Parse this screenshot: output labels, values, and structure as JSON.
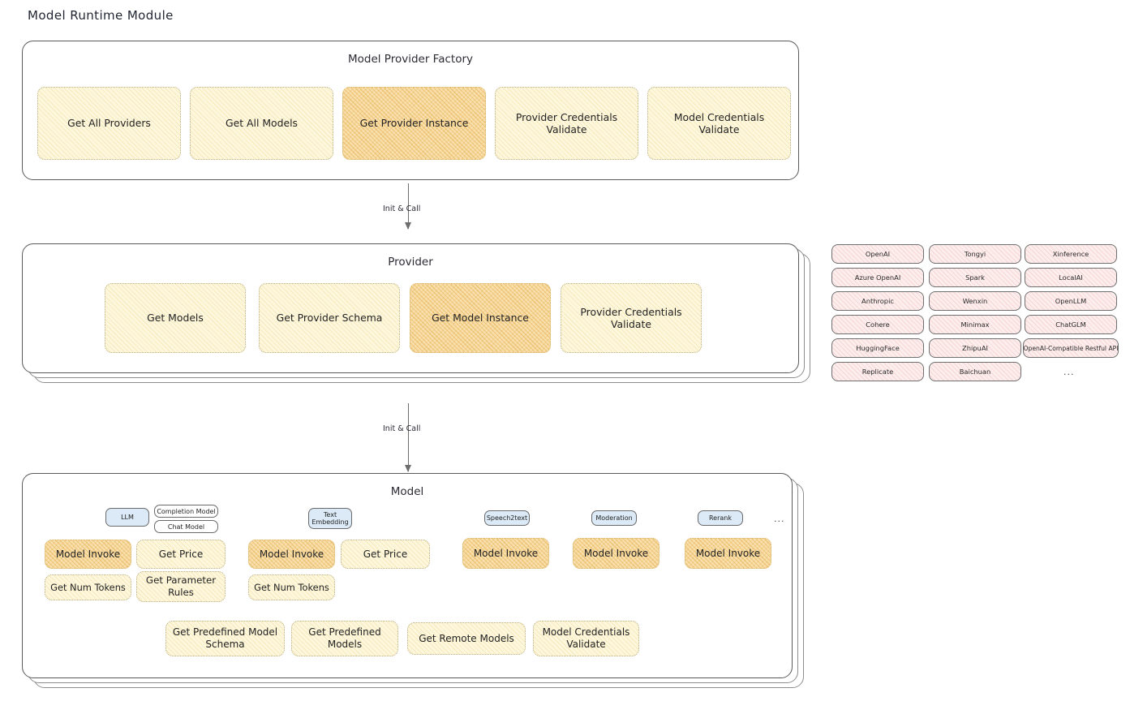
{
  "page": {
    "title": "Model Runtime Module"
  },
  "sections": {
    "factory": {
      "title": "Model Provider Factory",
      "nodes": [
        {
          "label": "Get All Providers",
          "highlight": false
        },
        {
          "label": "Get All Models",
          "highlight": false
        },
        {
          "label": "Get Provider Instance",
          "highlight": true
        },
        {
          "label": "Provider Credentials Validate",
          "highlight": false
        },
        {
          "label": "Model Credentials Validate",
          "highlight": false
        }
      ]
    },
    "provider": {
      "title": "Provider",
      "nodes": [
        {
          "label": "Get Models",
          "highlight": false
        },
        {
          "label": "Get Provider Schema",
          "highlight": false
        },
        {
          "label": "Get Model Instance",
          "highlight": true
        },
        {
          "label": "Provider Credentials Validate",
          "highlight": false
        }
      ]
    },
    "model": {
      "title": "Model",
      "groups": [
        {
          "type_label": "LLM",
          "sub_chips": [
            "Completion Model",
            "Chat Model"
          ],
          "nodes": [
            {
              "label": "Model Invoke",
              "highlight": true
            },
            {
              "label": "Get Price",
              "highlight": false
            },
            {
              "label": "Get Num Tokens",
              "highlight": false
            },
            {
              "label": "Get Parameter Rules",
              "highlight": false
            }
          ]
        },
        {
          "type_label": "Text Embedding",
          "sub_chips": [],
          "nodes": [
            {
              "label": "Model Invoke",
              "highlight": true
            },
            {
              "label": "Get Price",
              "highlight": false
            },
            {
              "label": "Get Num Tokens",
              "highlight": false
            }
          ]
        },
        {
          "type_label": "Speech2text",
          "sub_chips": [],
          "nodes": [
            {
              "label": "Model Invoke",
              "highlight": true
            }
          ]
        },
        {
          "type_label": "Moderation",
          "sub_chips": [],
          "nodes": [
            {
              "label": "Model Invoke",
              "highlight": true
            }
          ]
        },
        {
          "type_label": "Rerank",
          "sub_chips": [],
          "nodes": [
            {
              "label": "Model Invoke",
              "highlight": true
            }
          ]
        }
      ],
      "more_types": "...",
      "common_nodes": [
        {
          "label": "Get Predefined Model Schema",
          "highlight": false
        },
        {
          "label": "Get Predefined Models",
          "highlight": false
        },
        {
          "label": "Get Remote Models",
          "highlight": false
        },
        {
          "label": "Model Credentials Validate",
          "highlight": false
        }
      ]
    }
  },
  "arrows": [
    {
      "label": "Init & Call"
    },
    {
      "label": "Init & Call"
    }
  ],
  "provider_list": {
    "columns": [
      [
        "OpenAI",
        "Azure OpenAI",
        "Anthropic",
        "Cohere",
        "HuggingFace",
        "Replicate"
      ],
      [
        "Tongyi",
        "Spark",
        "Wenxin",
        "Minimax",
        "ZhipuAI",
        "Baichuan"
      ],
      [
        "Xinference",
        "LocalAI",
        "OpenLLM",
        "ChatGLM",
        "OpenAI-Compatible Restful API"
      ]
    ],
    "more": "..."
  },
  "colors": {
    "node_fill": "#fdf7dd",
    "node_highlight_fill": "#fae0ae",
    "provider_chip_fill": "#fdeeee",
    "type_chip_fill": "#dbeaf6",
    "outline": "#5a5a5a"
  }
}
